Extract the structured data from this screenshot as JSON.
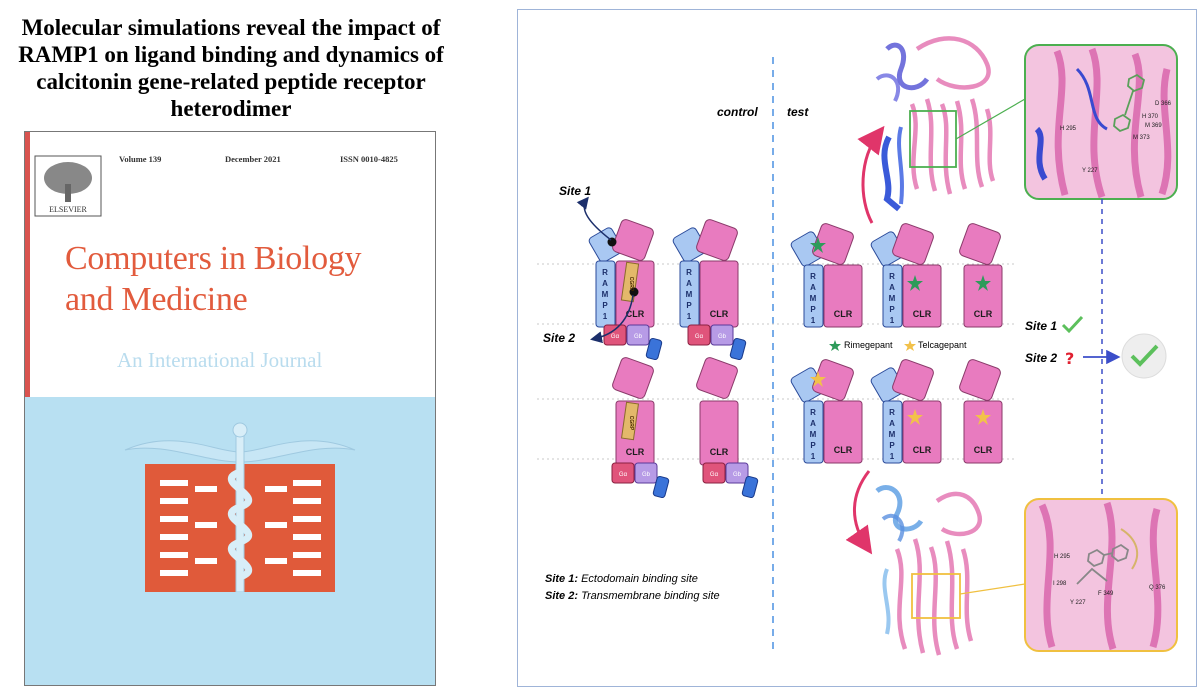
{
  "title": "Molecular simulations reveal the impact of RAMP1 on ligand binding and dynamics of calcitonin gene-related peptide receptor heterodimer",
  "cover": {
    "volume": "Volume 139",
    "date": "December 2021",
    "issn": "ISSN 0010-4825",
    "publisher": "ELSEVIER",
    "journal_line1": "Computers in Biology",
    "journal_line2": "and Medicine",
    "subtitle": "An International Journal",
    "colors": {
      "red": "#e25b3d",
      "light_blue": "#b8e0f2"
    }
  },
  "diagram": {
    "control_label": "control",
    "test_label": "test",
    "site1_label": "Site 1",
    "site2_label": "Site 2",
    "ramp_text": [
      "R",
      "A",
      "M",
      "P",
      "1"
    ],
    "cgrp_text": "CGRP",
    "clr_label": "CLR",
    "ga_label": "Gα",
    "gb_label": "Gb",
    "legend": {
      "rimegepant": "Rimegepant",
      "telcagepant": "Telcagepant"
    },
    "result_site1": "Site 1",
    "result_site2": "Site 2",
    "footnote_site1_term": "Site 1:",
    "footnote_site1_desc": " Ectodomain binding site",
    "footnote_site2_term": "Site 2:",
    "footnote_site2_desc": " Transmembrane binding site",
    "residues_top": [
      "D 366",
      "H 370",
      "M 369",
      "H 295",
      "M 373",
      "Y 227"
    ],
    "residues_bottom": [
      "H 295",
      "I 298",
      "Y 227",
      "F 349",
      "Q 376"
    ],
    "colors": {
      "clr_pink": "#e87bbf",
      "ramp_blue": "#a9c8f2",
      "ga": "#e0547b",
      "gb": "#b79be6",
      "gg": "#3a73d9",
      "star_green": "#2e9b5a",
      "star_yellow": "#f2c14a",
      "check_green": "#5cc05c",
      "arrow_pink": "#e0356a",
      "dash_blue": "#4a90e2",
      "inset_green": "#4caf50",
      "inset_yellow": "#f0c040"
    }
  }
}
